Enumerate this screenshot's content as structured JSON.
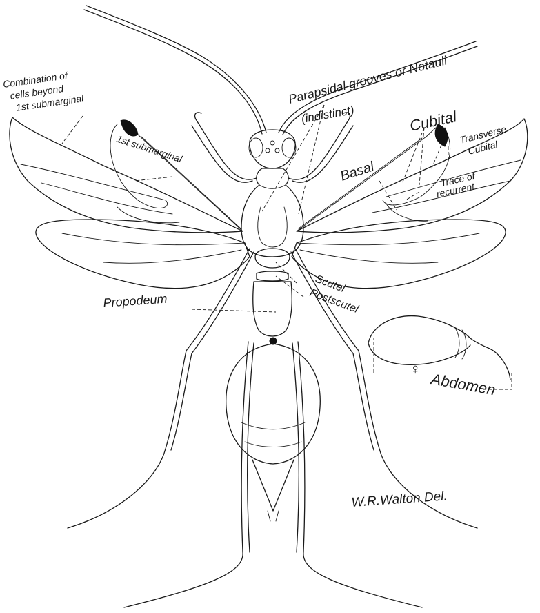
{
  "labels": {
    "combination": [
      "Combination of",
      "cells beyond",
      "1st submarginal"
    ],
    "first_submarginal": "1st submarginal",
    "parapsidal": "Parapsidal grooves or Notauli",
    "indistinct": "(indistinct)",
    "cubital": "Cubital",
    "transverse_cubital": [
      "Transverse",
      "Cubital"
    ],
    "basal": "Basal",
    "trace_recurrent": [
      "Trace of",
      "recurrent"
    ],
    "scutel": "Scutel",
    "postscutel": "Postscutel",
    "propodeum": "Propodeum",
    "female_symbol": "♀",
    "abdomen": "Abdomen"
  },
  "signature": "W.R.Walton Del."
}
